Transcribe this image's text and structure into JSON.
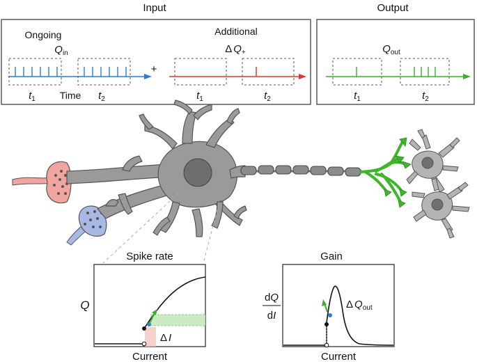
{
  "header": {
    "input_title": "Input",
    "output_title": "Output"
  },
  "input_panel": {
    "ongoing_label": "Ongoing",
    "q_in_symbol": "Q",
    "q_in_sub": "in",
    "time_label": "Time",
    "t1_symbol": "t",
    "t1_sub": "1",
    "t2_symbol": "t",
    "t2_sub": "2",
    "plus_sign": "+",
    "additional_label": "Additional",
    "delta_symbol": "Δ",
    "dq_symbol": "Q",
    "dq_sub": "+",
    "colors": {
      "ongoing": "#2e7bd1",
      "additional": "#d93a32"
    }
  },
  "output_panel": {
    "q_out_symbol": "Q",
    "q_out_sub": "out",
    "t1_symbol": "t",
    "t1_sub": "1",
    "t2_symbol": "t",
    "t2_sub": "2",
    "colors": {
      "output": "#3aae2a"
    }
  },
  "neuron": {
    "colors": {
      "body": "#9a9a9a",
      "nucleus": "#6e6e6e",
      "axon_terminal": "#3fb52a",
      "synapse_red": "#f0a59e",
      "synapse_blue": "#a9b9e6"
    }
  },
  "spike_rate_plot": {
    "title": "Spike rate",
    "ylabel": "Q",
    "xlabel": "Current",
    "delta_i_symbol": "Δ",
    "delta_i_var": "I"
  },
  "gain_plot": {
    "title": "Gain",
    "ylabel_num_d": "d",
    "ylabel_num_var": "Q",
    "ylabel_den_d": "d",
    "ylabel_den_var": "I",
    "xlabel": "Current",
    "delta_q_symbol": "Δ",
    "delta_q_var": "Q",
    "delta_q_sub": "out"
  }
}
